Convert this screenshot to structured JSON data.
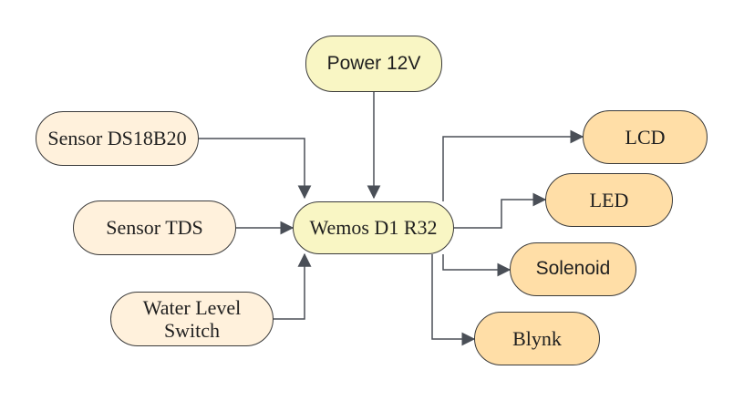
{
  "diagram": {
    "nodes": {
      "power": {
        "label": "Power 12V"
      },
      "sensor_ds18b20": {
        "label": "Sensor DS18B20"
      },
      "sensor_tds": {
        "label": "Sensor TDS"
      },
      "water_level_switch": {
        "label": "Water Level\nSwitch"
      },
      "hub": {
        "label": "Wemos D1 R32"
      },
      "lcd": {
        "label": "LCD"
      },
      "led": {
        "label": "LED"
      },
      "solenoid": {
        "label": "Solenoid"
      },
      "blynk": {
        "label": "Blynk"
      }
    },
    "connections": [
      {
        "from": "Power 12V",
        "to": "Wemos D1 R32"
      },
      {
        "from": "Sensor DS18B20",
        "to": "Wemos D1 R32"
      },
      {
        "from": "Sensor TDS",
        "to": "Wemos D1 R32"
      },
      {
        "from": "Water Level\nSwitch",
        "to": "Wemos D1 R32"
      },
      {
        "from": "Wemos D1 R32",
        "to": "LCD"
      },
      {
        "from": "Wemos D1 R32",
        "to": "LED"
      },
      {
        "from": "Wemos D1 R32",
        "to": "Solenoid"
      },
      {
        "from": "Wemos D1 R32",
        "to": "Blynk"
      }
    ],
    "colors": {
      "input_fill": "#fff1dc",
      "hub_fill": "#f9f6c4",
      "output_fill": "#ffdea7",
      "outline": "#3a3a3a",
      "connector": "#4a4f57"
    }
  }
}
